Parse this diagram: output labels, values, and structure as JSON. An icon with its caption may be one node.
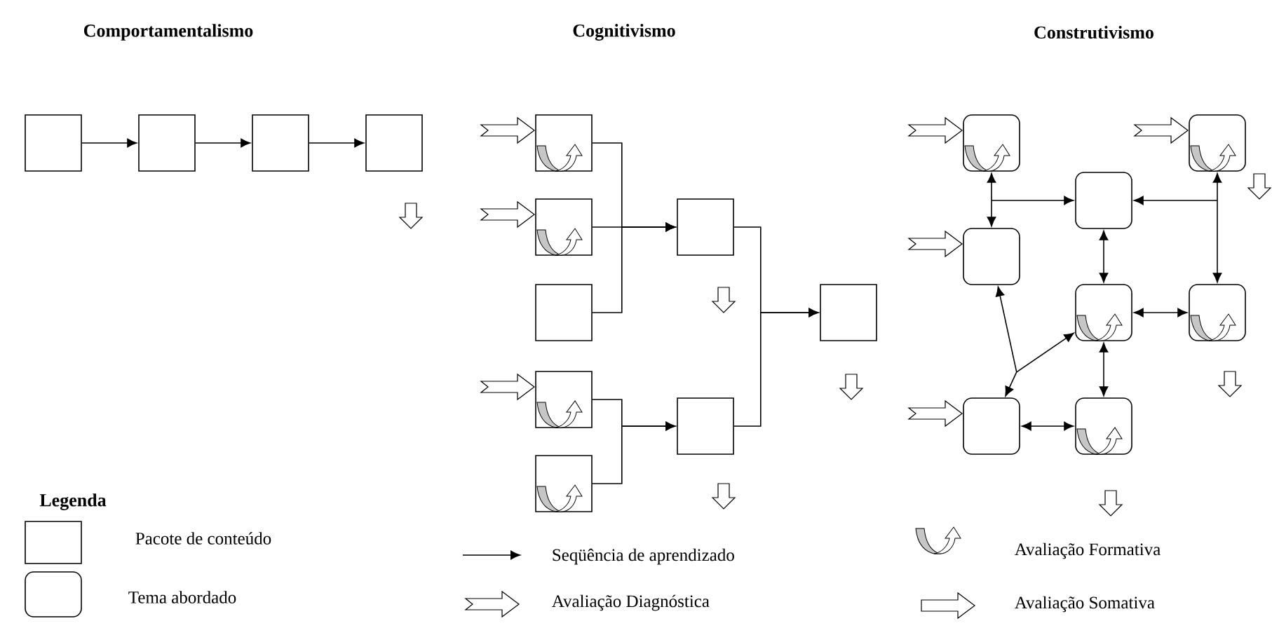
{
  "diagram": {
    "nodes": [
      {
        "text": [],
        "shape": "box"
      },
      {
        "text": [],
        "shape": "box"
      },
      {
        "text": [],
        "shape": "box"
      },
      {
        "text": [],
        "shape": "box"
      },
      {
        "text": [],
        "shape": "box"
      },
      {
        "text": [],
        "shape": "box"
      },
      {
        "text": [],
        "shape": "box"
      },
      {
        "text": [],
        "shape": "box"
      },
      {
        "text": [],
        "shape": "box"
      },
      {
        "text": [],
        "shape": "box"
      },
      {
        "text": [],
        "shape": "box"
      },
      {
        "text": [],
        "shape": "box"
      },
      {
        "text": [],
        "shape": "roundbox"
      },
      {
        "text": [],
        "shape": "roundbox"
      },
      {
        "text": [],
        "shape": "roundbox"
      },
      {
        "text": [],
        "shape": "roundbox"
      },
      {
        "text": [],
        "shape": "roundbox"
      },
      {
        "text": [],
        "shape": "roundbox"
      },
      {
        "text": [],
        "shape": "roundbox"
      },
      {
        "text": [],
        "shape": "roundbox"
      }
    ],
    "edges": [
      {
        "from": 0,
        "to": 1,
        "arrow": "to"
      },
      {
        "from": 1,
        "to": 2,
        "arrow": "to"
      },
      {
        "from": 2,
        "to": 3,
        "arrow": "to"
      },
      {
        "from": 4,
        "to": 9,
        "arrow": "to"
      },
      {
        "from": 5,
        "to": 9,
        "arrow": "to"
      },
      {
        "from": 6,
        "to": 9,
        "arrow": "to"
      },
      {
        "from": 7,
        "to": 10,
        "arrow": "to"
      },
      {
        "from": 8,
        "to": 10,
        "arrow": "to"
      },
      {
        "from": 9,
        "to": 11,
        "arrow": "to"
      },
      {
        "from": 10,
        "to": 11,
        "arrow": "to"
      },
      {
        "from": 12,
        "to": 15,
        "arrow": "both"
      },
      {
        "from": 12,
        "to": 14,
        "arrow": "both"
      },
      {
        "from": 13,
        "to": 17,
        "arrow": "both"
      },
      {
        "from": 13,
        "to": 14,
        "arrow": "both"
      },
      {
        "from": 14,
        "to": 16,
        "arrow": "both"
      },
      {
        "from": 16,
        "to": 17,
        "arrow": "both"
      },
      {
        "from": 16,
        "to": 19,
        "arrow": "both"
      },
      {
        "from": 18,
        "to": 19,
        "arrow": "both"
      },
      {
        "from": 18,
        "to": 16,
        "arrow": "both"
      },
      {
        "from": 18,
        "to": 15,
        "arrow": "both"
      }
    ],
    "labels": [
      "Comportamentalismo",
      "Cognitivismo",
      "Construtivismo",
      "Legenda"
    ],
    "legend": [
      {
        "text": "Pacote de conteúdo"
      },
      {
        "text": "Seqüência de aprendizado"
      },
      {
        "text": "Avaliação Formativa"
      },
      {
        "text": "Tema abordado"
      },
      {
        "text": "Avaliação Diagnóstica"
      },
      {
        "text": "Avaliação Somativa"
      }
    ]
  }
}
